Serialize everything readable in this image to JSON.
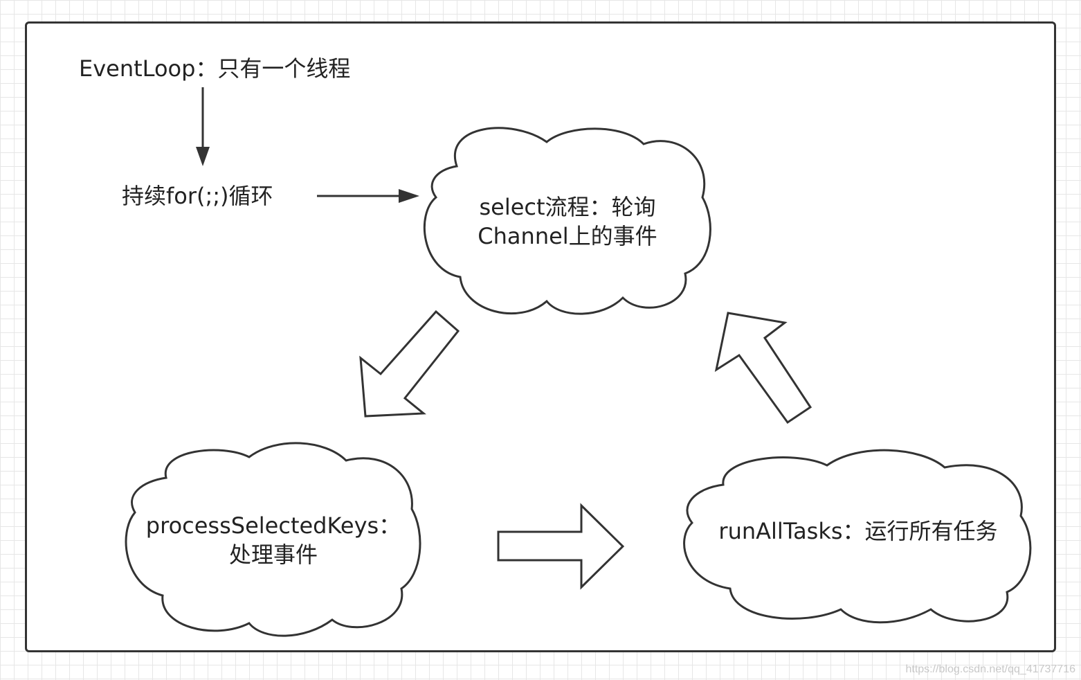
{
  "labels": {
    "eventloop": "EventLoop：只有一个线程",
    "for_loop": "持续for(;;)循环"
  },
  "clouds": {
    "select": {
      "line1": "select流程：轮询",
      "line2": "Channel上的事件"
    },
    "process": {
      "line1": "processSelectedKeys：",
      "line2": "处理事件"
    },
    "run": {
      "line1": "runAllTasks：运行所有任务"
    }
  },
  "watermark": "https://blog.csdn.net/qq_41737716",
  "colors": {
    "stroke": "#333333",
    "text": "#222222",
    "grid": "#e6e6e6",
    "watermark": "#c8c8c8"
  }
}
